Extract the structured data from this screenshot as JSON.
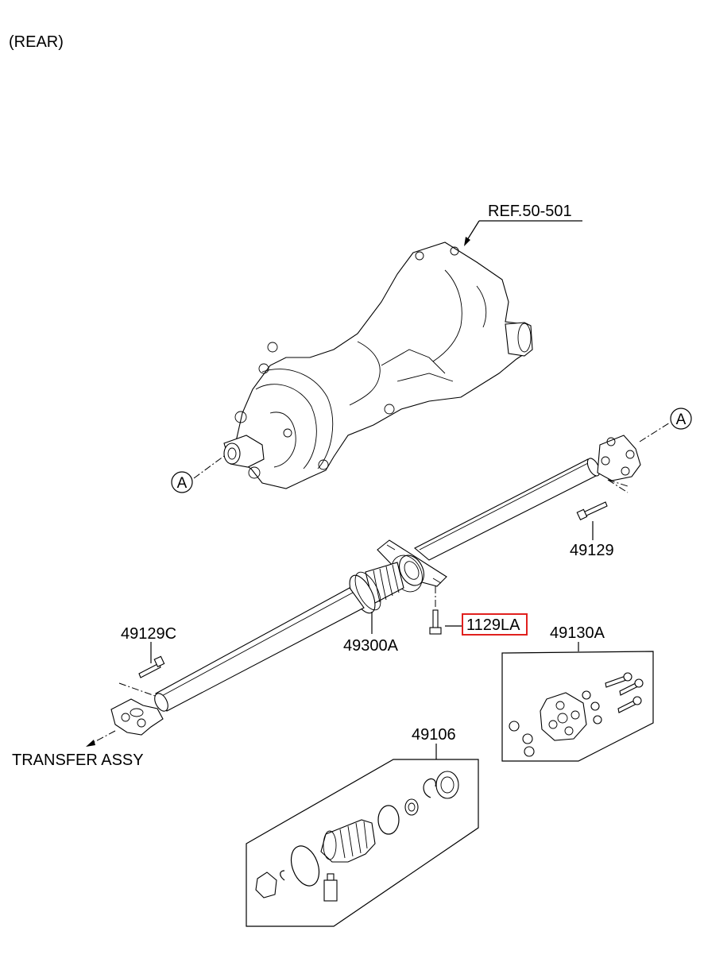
{
  "view_label": "(REAR)",
  "reference": "REF.50-501",
  "connector_mark": "A",
  "callouts": {
    "rear_bolt": "49129",
    "front_bolt": "49129C",
    "shaft_assy": "49300A",
    "center_bolt": "1129LA",
    "coupling_kit": "49130A",
    "boot_kit": "49106",
    "transfer": "TRANSFER ASSY"
  },
  "highlight_color": "#e0201e",
  "line_color": "#000000"
}
